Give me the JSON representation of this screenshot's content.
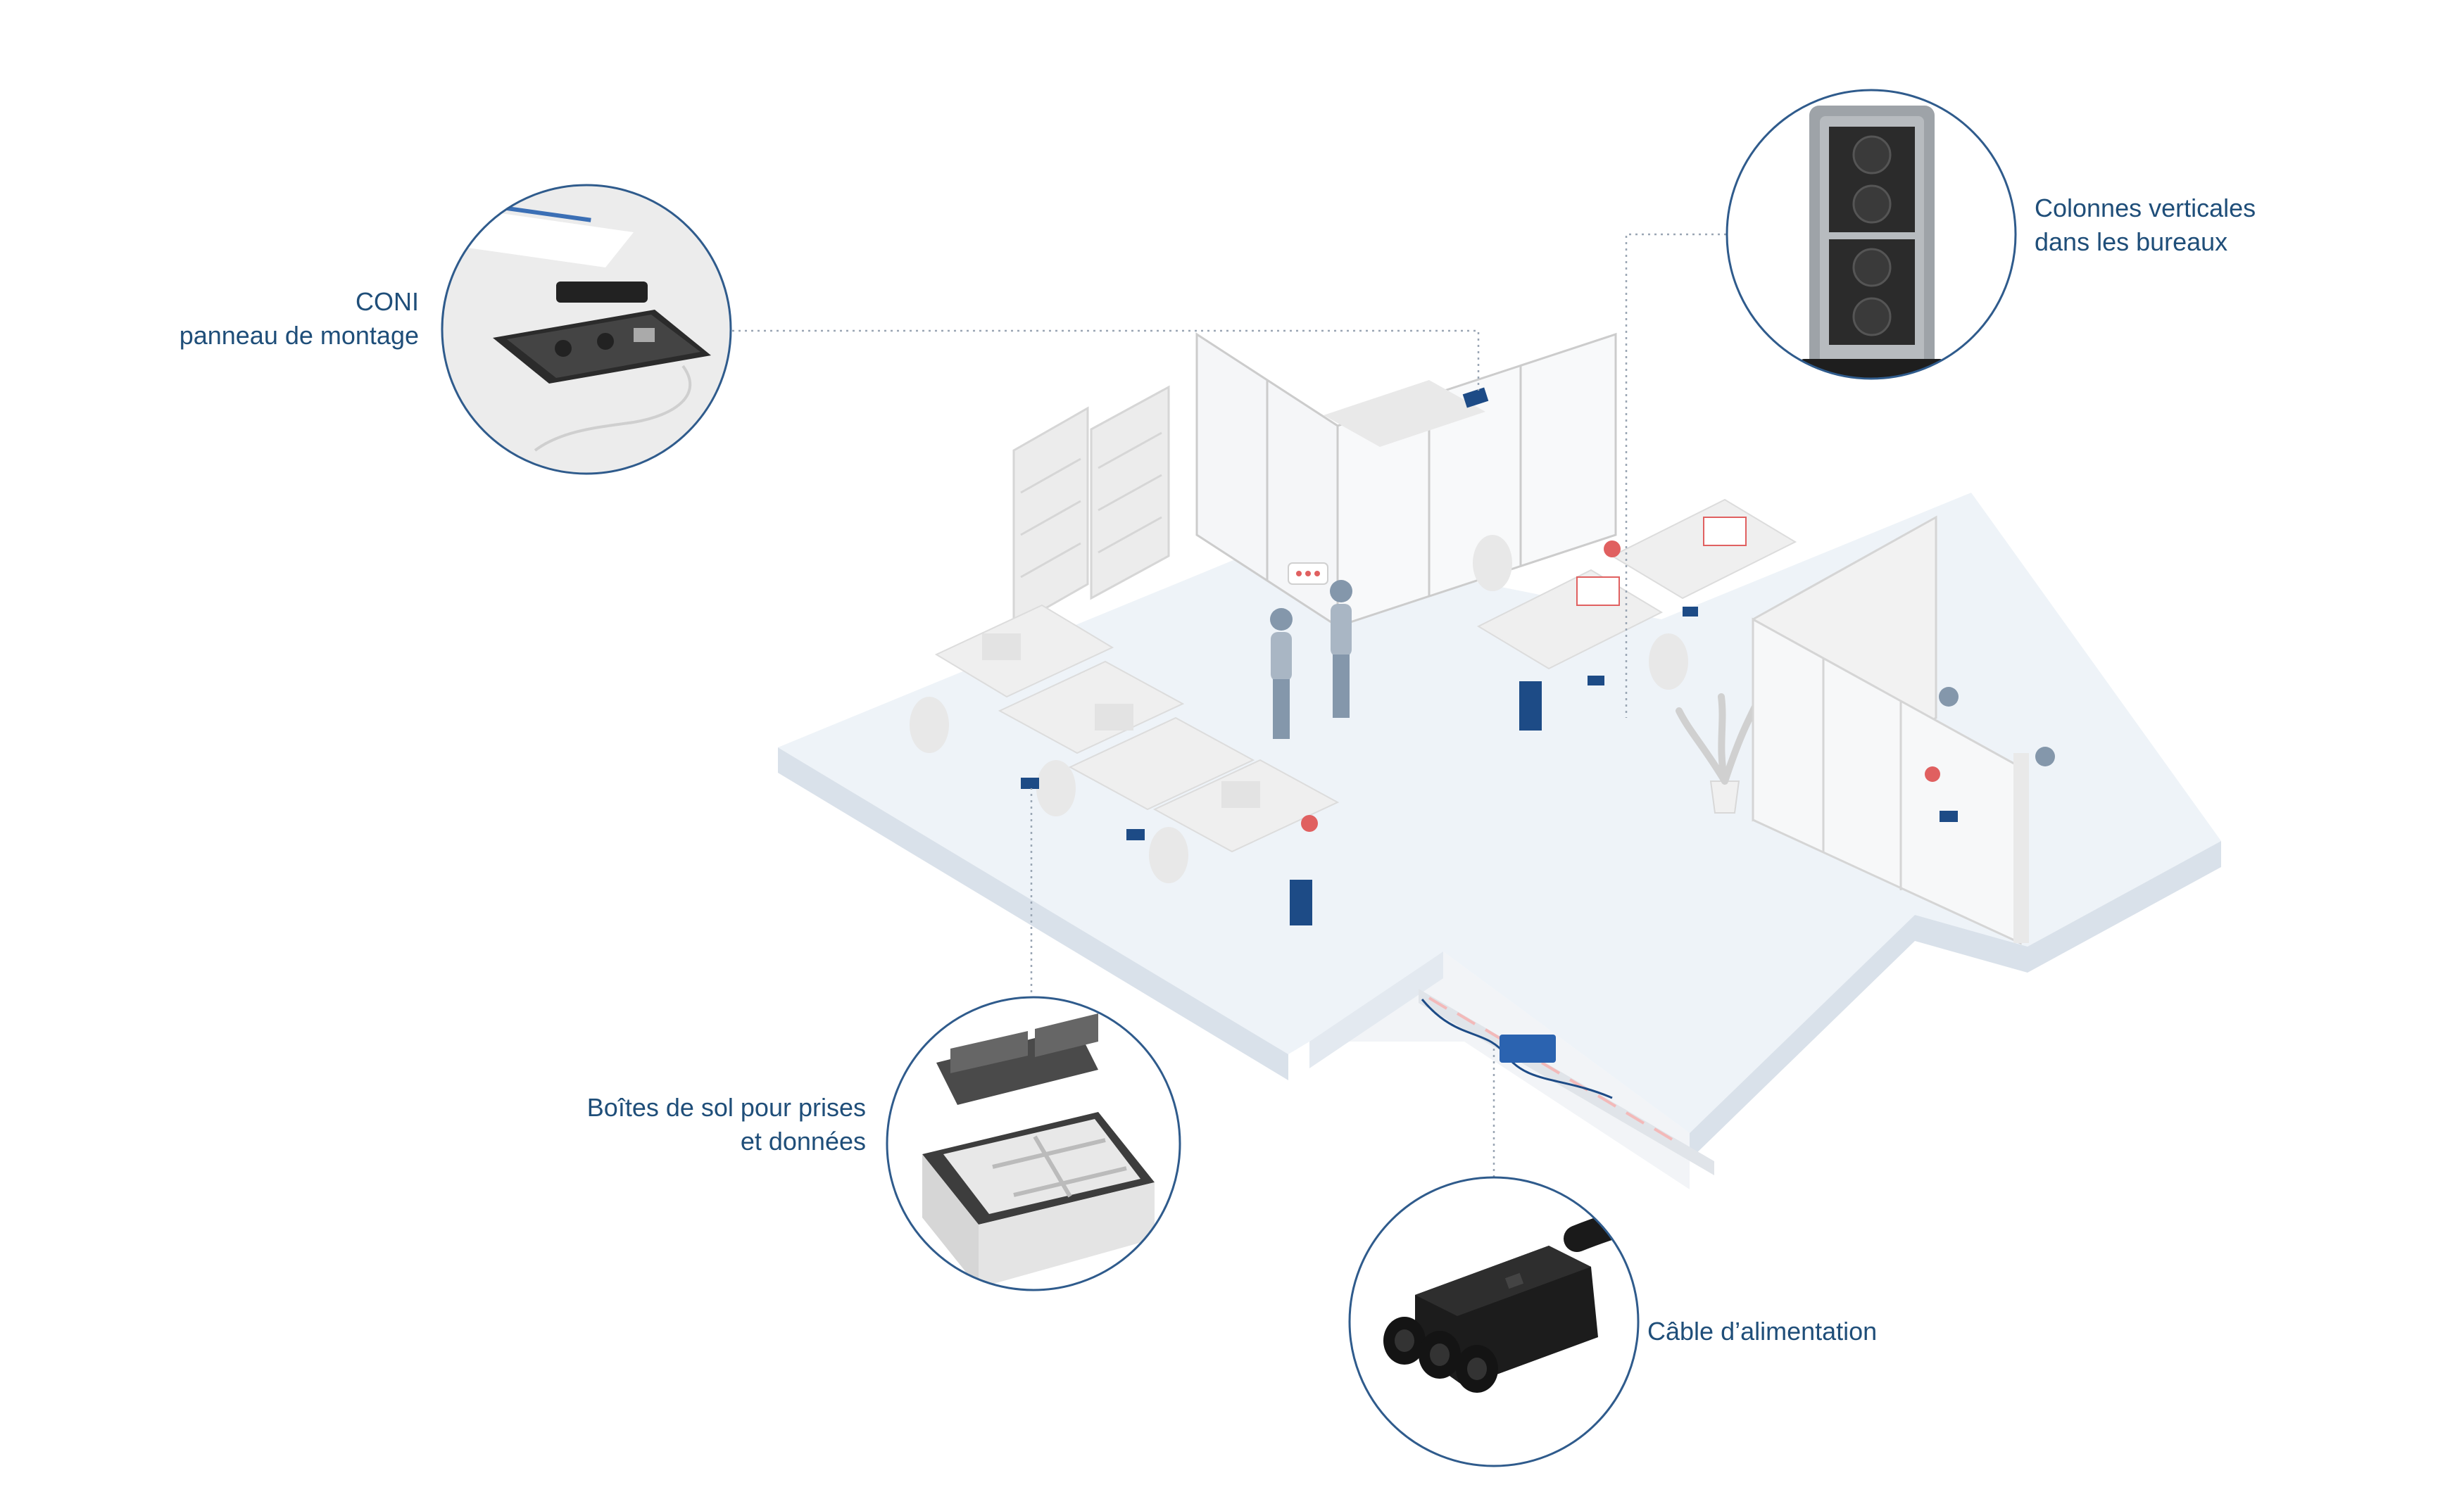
{
  "colors": {
    "accent": "#1f4e79",
    "product_blue": "#1d4b86",
    "floor": "#eef3f8",
    "floor_edge": "#d9e1ea",
    "furniture": "#e6e6e6",
    "callout_ring": "#2f5b8c"
  },
  "callouts": {
    "coni": {
      "line1": "CONI",
      "line2": "panneau de montage"
    },
    "columns": {
      "line1": "Colonnes verticales",
      "line2": "dans les bureaux"
    },
    "floorbox": {
      "line1": "Boîtes de sol pour prises",
      "line2": "et données"
    },
    "cable": {
      "line1": "Câble d’alimentation"
    }
  },
  "icons": {
    "coni": "pop-up-desk-socket-icon",
    "columns": "vertical-power-column-icon",
    "floorbox": "floor-box-icon",
    "cable": "power-connector-icon"
  }
}
